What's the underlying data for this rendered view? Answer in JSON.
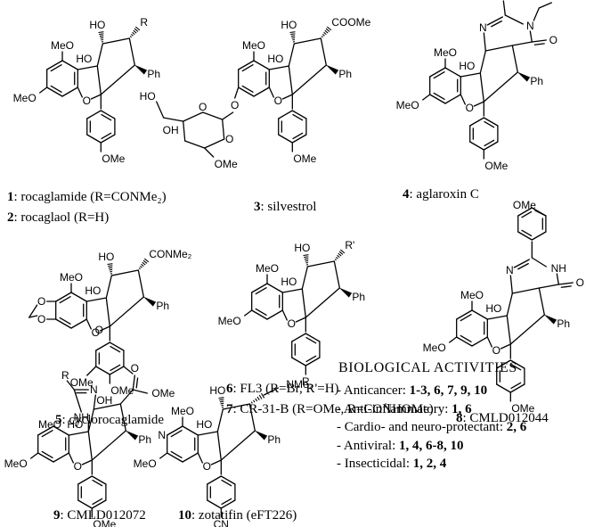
{
  "labels": {
    "OMe": "OMe",
    "MeO": "MeO",
    "HO": "HO",
    "OH": "OH",
    "O": "O",
    "N": "N",
    "NH": "NH",
    "Ph": "Ph",
    "R": "R",
    "Rp": "R'",
    "COOMe": "COOMe",
    "CONMe2": "CONMe₂",
    "NMe2": "NMe₂",
    "CN": "CN",
    "ester_OMe": "OMe"
  },
  "captions": [
    {
      "num": "1",
      "text": ": rocaglamide (R=CONMe₂)"
    },
    {
      "num": "2",
      "text": ": rocaglaol (R=H)"
    },
    {
      "num": "3",
      "text": ": silvestrol"
    },
    {
      "num": "4",
      "text": ": aglaroxin C"
    },
    {
      "num": "5",
      "text": ": cyclorocaglamide"
    },
    {
      "num": "6",
      "text": ": FL3 (R=Br, R'=H)"
    },
    {
      "num": "7",
      "text": ": CR-31-B (R=OMe, R=CONHOMe)"
    },
    {
      "num": "8",
      "text": ": CMLD012044"
    },
    {
      "num": "9",
      "text": ": CMLD012072"
    },
    {
      "num": "10",
      "text": ": zotatifin (eFT226)"
    }
  ],
  "activities": {
    "title": "BIOLOGICAL  ACTIVITIES",
    "items": [
      {
        "name": "- Anticancer: ",
        "compounds": "1-3, 6, 7, 9, 10"
      },
      {
        "name": "- Anti-inflammatory: ",
        "compounds": "1, 6"
      },
      {
        "name": "- Cardio- and neuro-protectant: ",
        "compounds": "2, 6"
      },
      {
        "name": "- Antiviral: ",
        "compounds": "1, 4, 6-8, 10"
      },
      {
        "name": "- Insecticidal: ",
        "compounds": "1, 2, 4"
      }
    ]
  }
}
